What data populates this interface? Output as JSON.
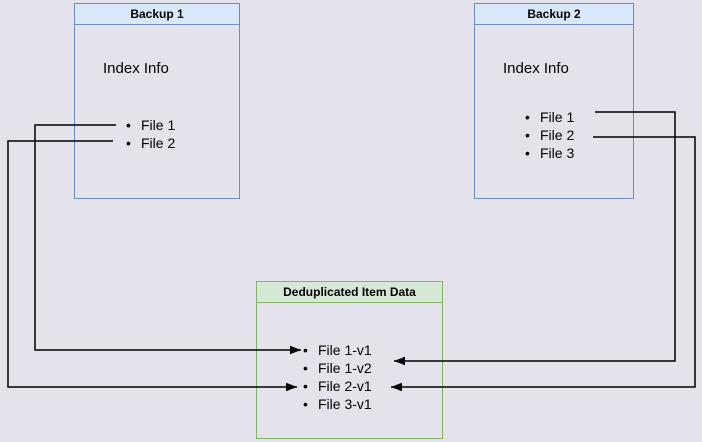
{
  "glyphs": {
    "bullet": "•"
  },
  "colors": {
    "background": "#e4e3ec",
    "blue_border": "#6c8ebf",
    "blue_header": "#dae8fc",
    "green_border": "#82b366",
    "green_header": "#d5e8d4",
    "arrow": "#000000",
    "text": "#000000"
  },
  "boxes": {
    "backup1": {
      "title": "Backup 1",
      "subtitle": "Index Info",
      "items": [
        {
          "label": "File 1"
        },
        {
          "label": "File 2"
        }
      ]
    },
    "backup2": {
      "title": "Backup 2",
      "subtitle": "Index Info",
      "items": [
        {
          "label": "File 1"
        },
        {
          "label": "File 2"
        },
        {
          "label": "File 3"
        }
      ]
    },
    "dedup": {
      "title": "Deduplicated Item Data",
      "items": [
        {
          "label": "File 1-v1"
        },
        {
          "label": "File 1-v2"
        },
        {
          "label": "File 2-v1"
        },
        {
          "label": "File 3-v1"
        }
      ]
    }
  },
  "arrows": [
    {
      "from": "Backup 1 / File 1",
      "to": "File 1-v1",
      "direction": "left-loop"
    },
    {
      "from": "Backup 1 / File 2",
      "to": "File 2-v1",
      "direction": "left-loop"
    },
    {
      "from": "Backup 2 / File 1",
      "to": "File 1-v2",
      "direction": "right-loop"
    },
    {
      "from": "Backup 2 / File 2",
      "to": "File 2-v1",
      "direction": "right-loop"
    }
  ]
}
